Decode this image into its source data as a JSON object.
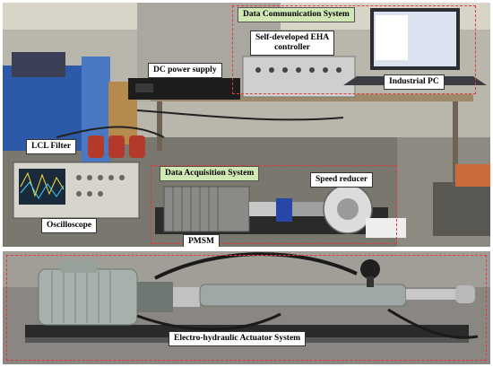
{
  "labels": {
    "data_communication": "Data Communication System",
    "eha_controller": "Self-developed EHA\ncontroller",
    "dc_power": "DC power supply",
    "industrial_pc": "Industrial PC",
    "lcl_filter": "LCL Filter",
    "data_acquisition": "Data Acquisition System",
    "speed_reducer": "Speed reducer",
    "oscilloscope": "Oscilloscope",
    "pmsm": "PMSM",
    "eha_system": "Electro-hydraulic Actuator System"
  },
  "colors": {
    "dashed_border": "#e23a3a",
    "label_green": "#cfe8b4",
    "label_white": "#ffffff"
  }
}
